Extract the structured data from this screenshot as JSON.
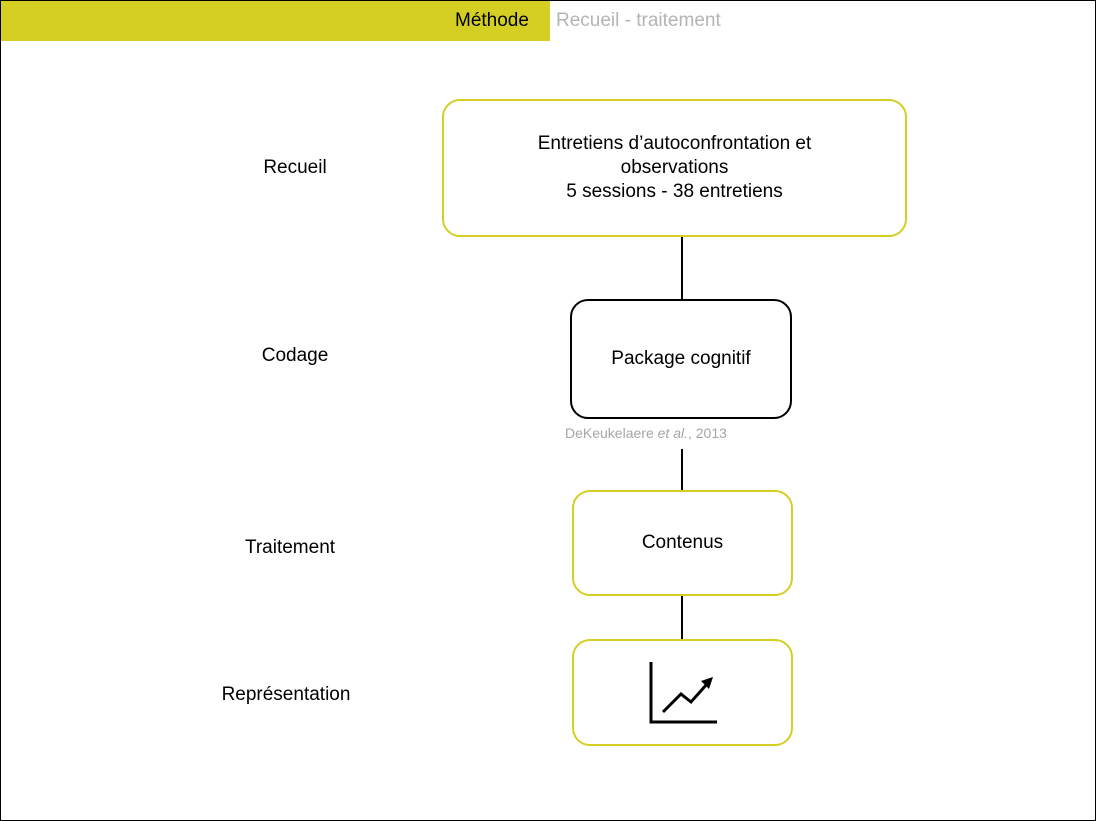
{
  "header": {
    "title": "Méthode",
    "subtitle": "Recueil - traitement",
    "accent_color": "#d4cf22"
  },
  "rows": [
    {
      "label": "Recueil"
    },
    {
      "label": "Codage"
    },
    {
      "label": "Traitement"
    },
    {
      "label": "Représentation"
    }
  ],
  "boxes": {
    "collection": {
      "line1": "Entretiens d’autoconfrontation et",
      "line2": "observations",
      "line3": "5 sessions - 38 entretiens"
    },
    "coding": {
      "label": "Package cognitif"
    },
    "processing": {
      "label": "Contenus"
    },
    "representation": {
      "icon": "line-chart-trend-icon"
    }
  },
  "citation": {
    "author": "DeKeukelaere",
    "etal": "et al.",
    "year": ", 2013"
  }
}
